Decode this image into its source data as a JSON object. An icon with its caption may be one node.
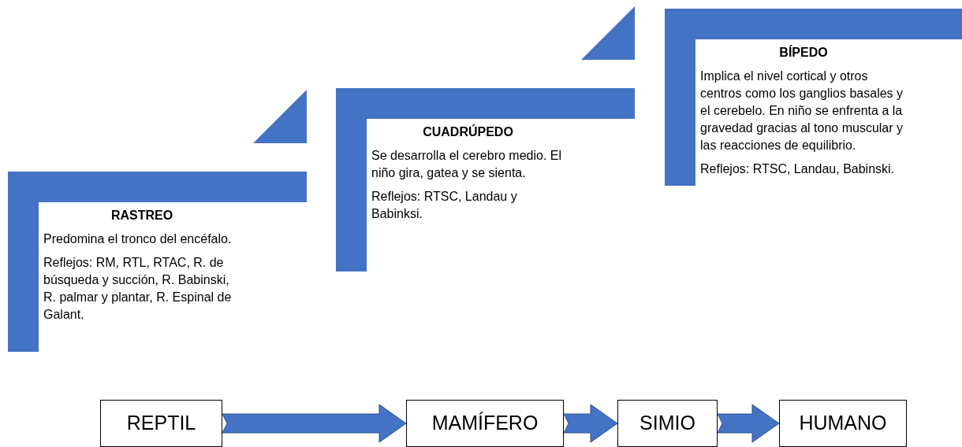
{
  "diagram": {
    "nodes": [
      {
        "text": [
          "RASTREO",
          "Predomina el tronco del encéfalo.",
          "Reflejos: RM, RTL, RTAC, R. de búsqueda y succión, R. Babinski, R. palmar y plantar, R. Espinal de Galant."
        ]
      },
      {
        "text": [
          "CUADRÚPEDO",
          "Se desarrolla el cerebro medio. El niño gira, gatea y se sienta.",
          "Reflejos: RTSC, Landau y Babinksi."
        ]
      },
      {
        "text": [
          "BÍPEDO",
          "Implica el nivel cortical y otros centros como los ganglios basales y el cerebelo. En niño se enfrenta a la gravedad gracias al tono muscular y las reacciones de equilibrio.",
          "Reflejos: RTSC, Landau, Babinski."
        ]
      },
      {
        "text": [
          "REPTIL"
        ]
      },
      {
        "text": [
          "MAMÍFERO"
        ]
      },
      {
        "text": [
          "SIMIO"
        ]
      },
      {
        "text": [
          "HUMANO"
        ]
      }
    ],
    "edges": [
      {
        "from": 3,
        "to": 4,
        "arrow": "to"
      },
      {
        "from": 4,
        "to": 5,
        "arrow": "to"
      },
      {
        "from": 5,
        "to": 6,
        "arrow": "to"
      }
    ]
  }
}
